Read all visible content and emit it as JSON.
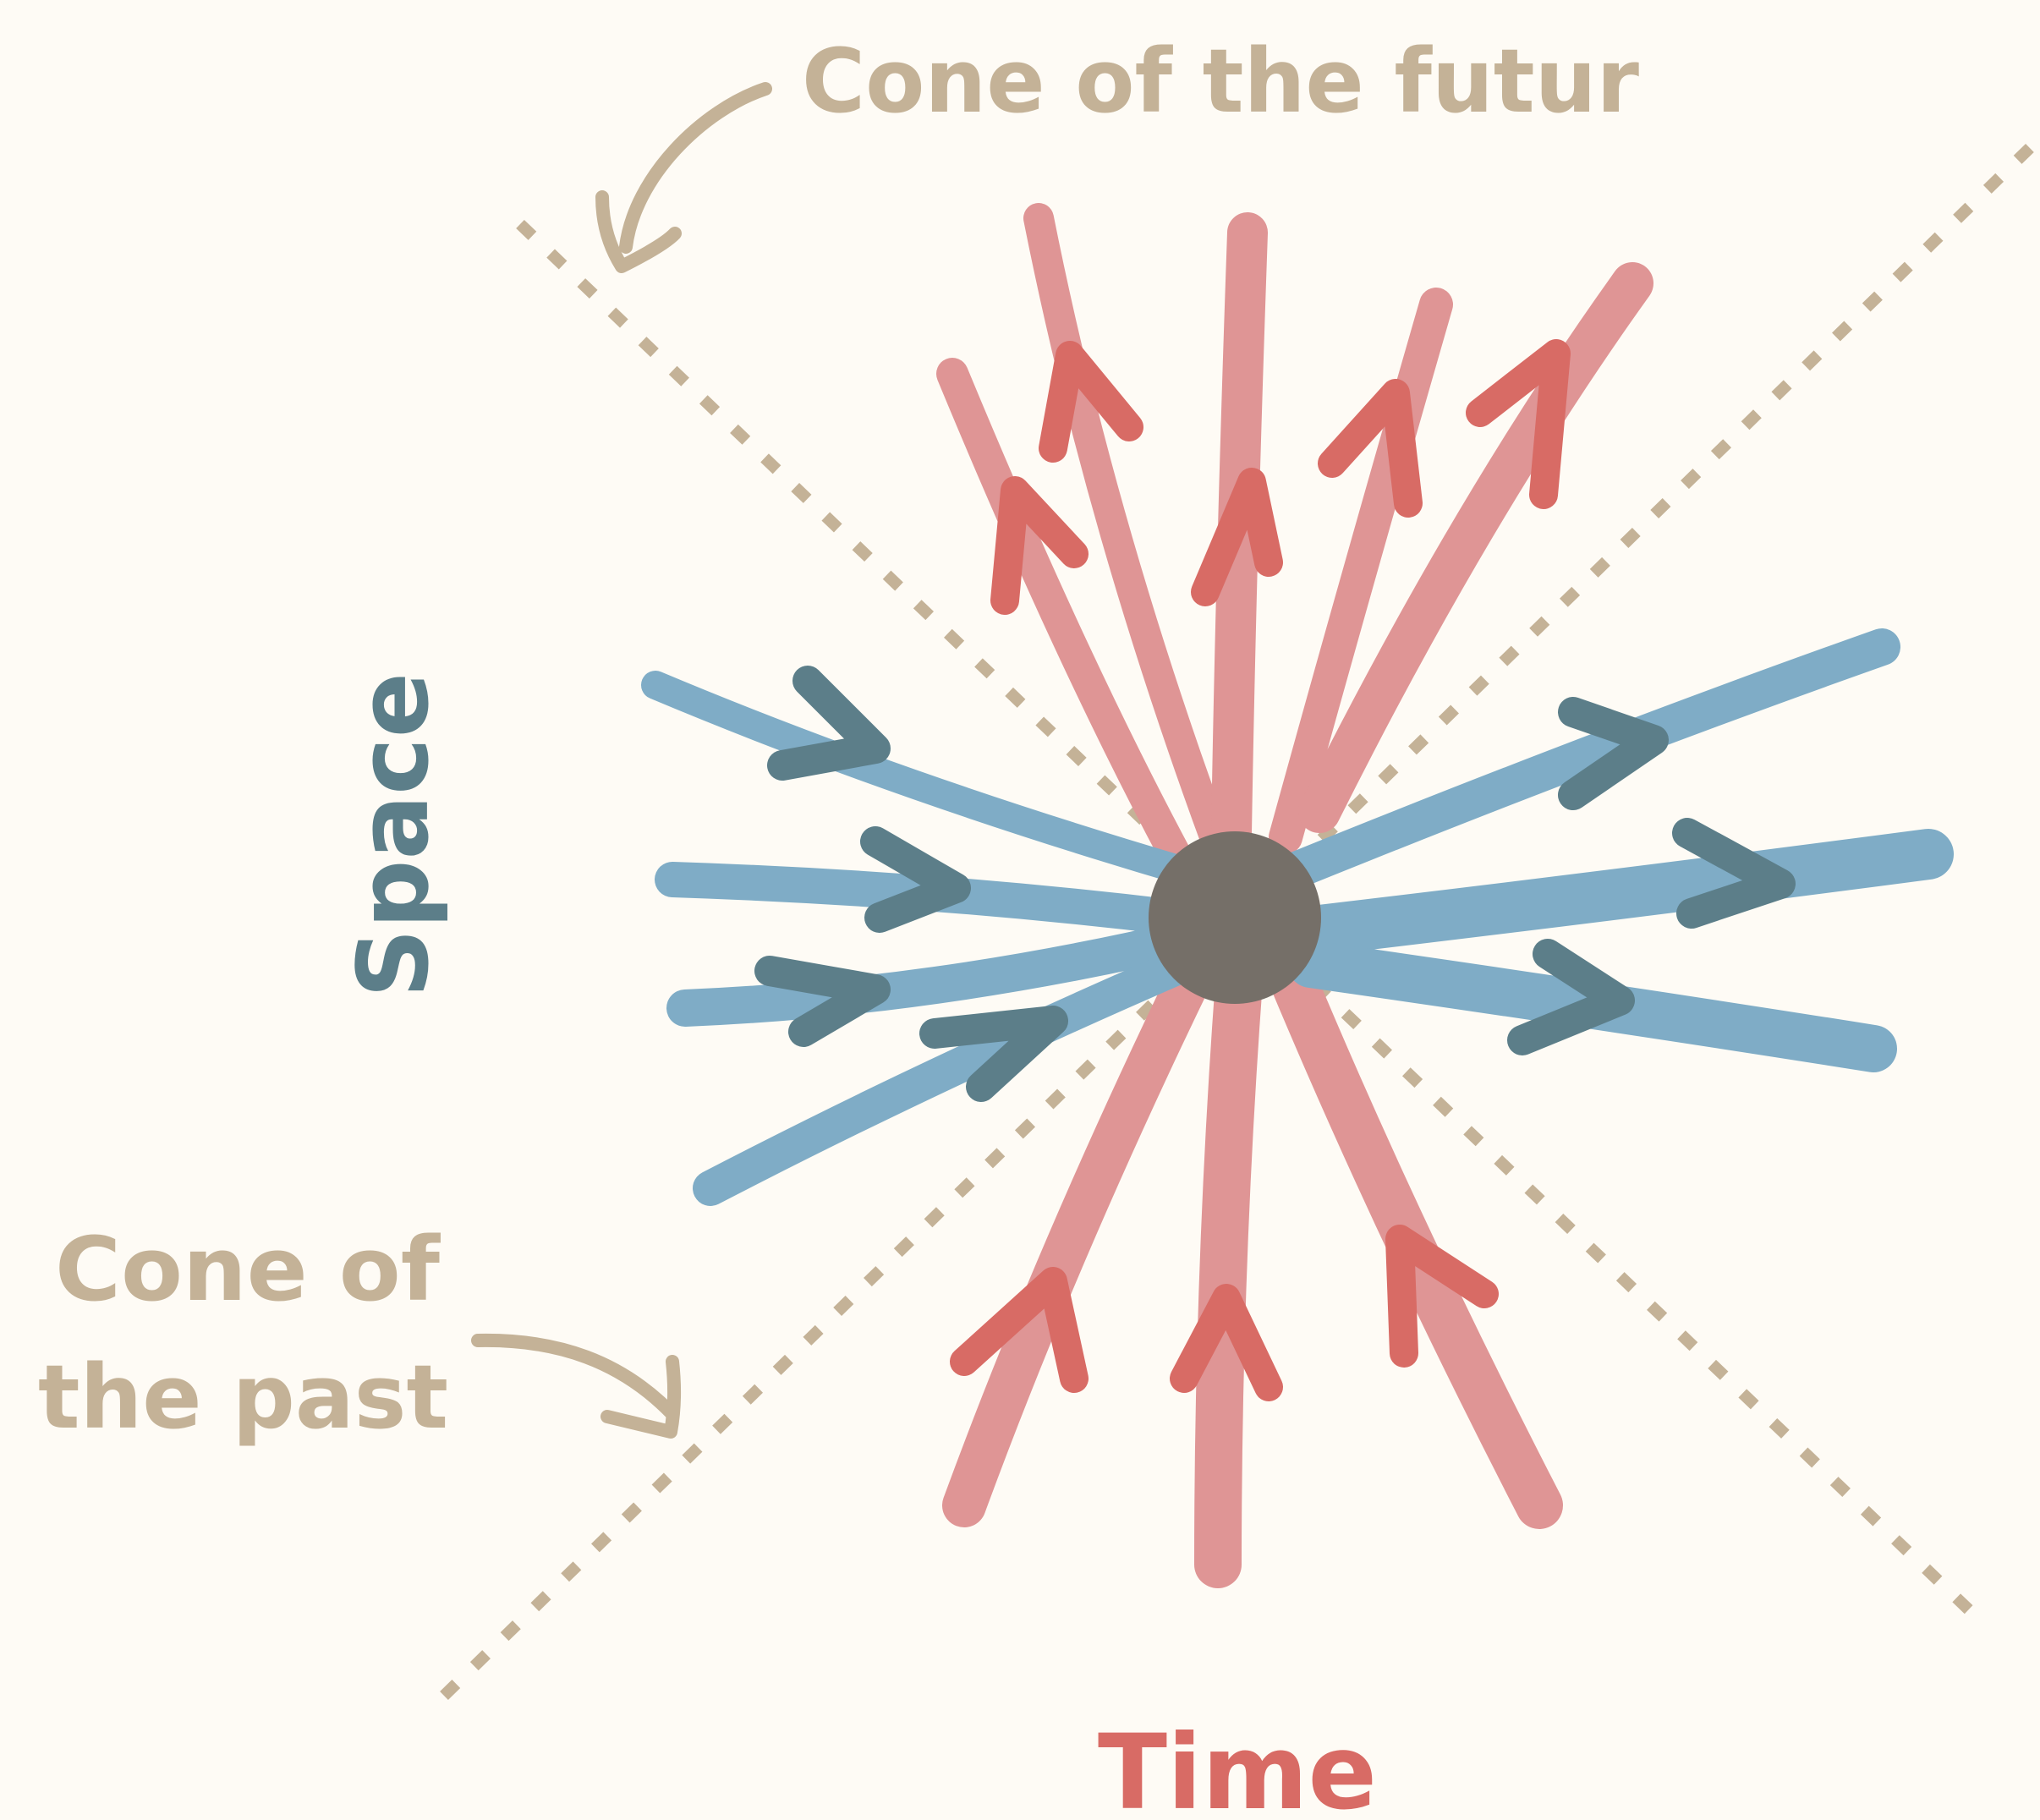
{
  "labels": {
    "future_cone": "Cone of the futur",
    "past_cone_line1": "Cone of",
    "past_cone_line2": "the past",
    "space_axis": "Space",
    "time_axis": "Time"
  },
  "colors": {
    "background": "#fefbf5",
    "cone_lines": "#c4b297",
    "label_tan": "#c4b297",
    "time_stroke": "#df9595",
    "time_arrow": "#d86b65",
    "space_stroke": "#7facc6",
    "space_arrow": "#5c7e89",
    "center_point": "#756f68",
    "time_label": "#d86b65",
    "space_label": "#5c7e89"
  }
}
